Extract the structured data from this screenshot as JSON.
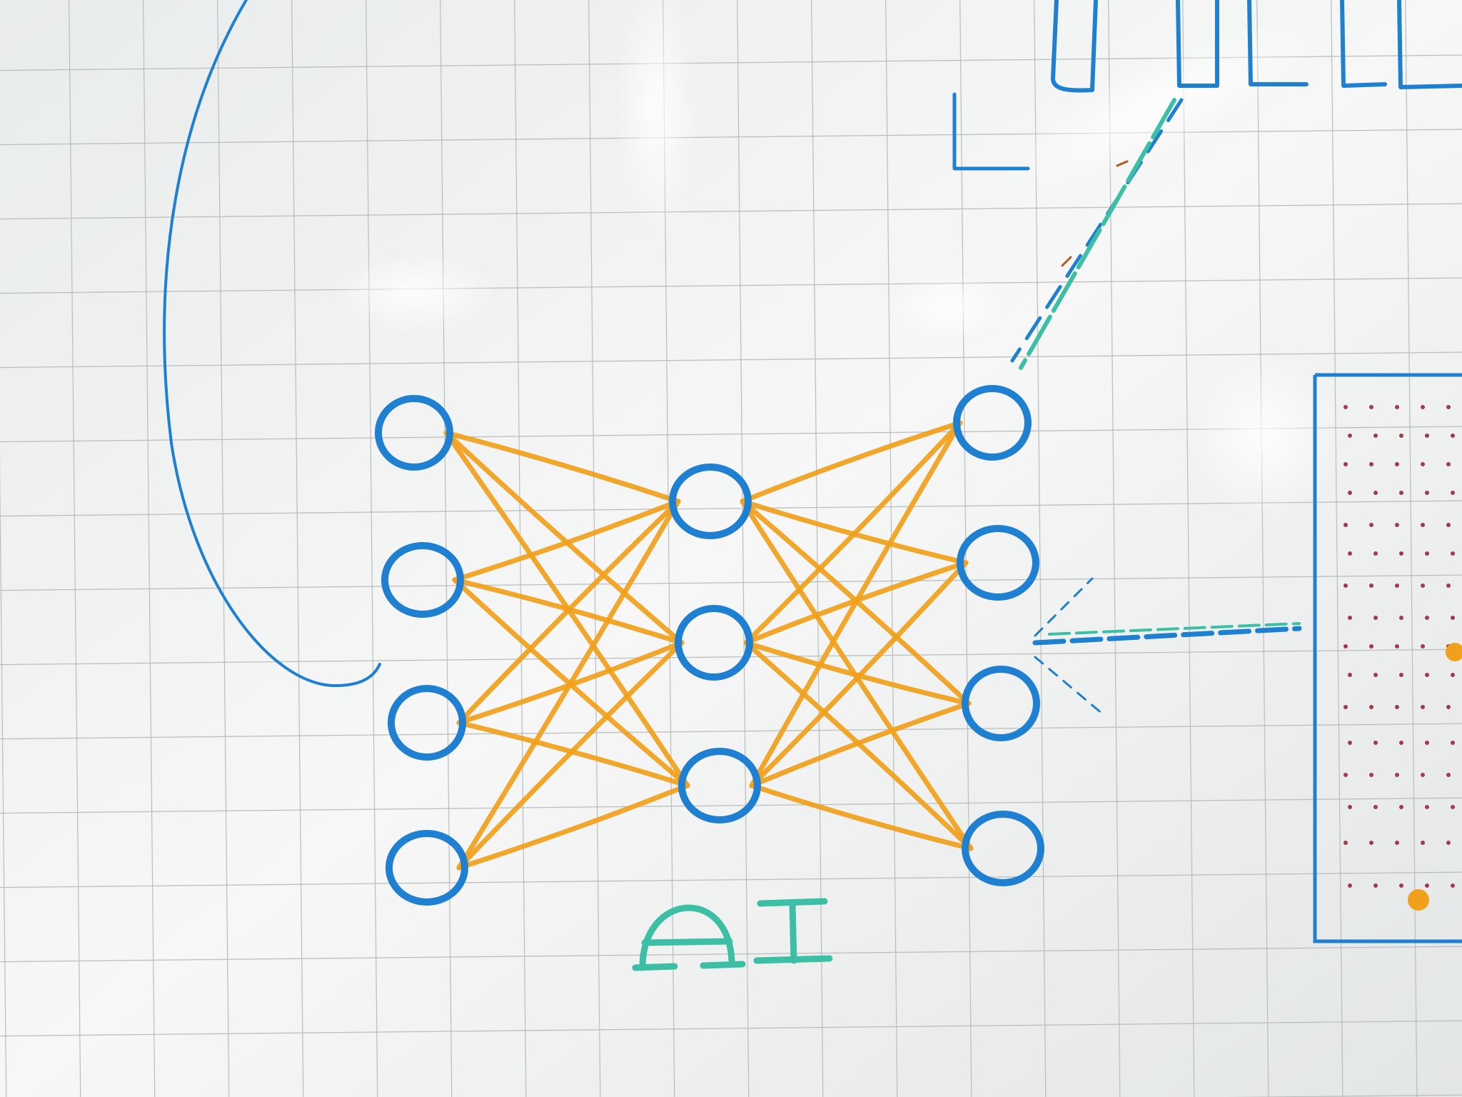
{
  "scene": {
    "kind": "whiteboard-photo",
    "board_color": "#f4f5f4",
    "grid_color": "#b9bcbc",
    "ink": {
      "blue": "#1f7fd0",
      "orange": "#f0a01a",
      "teal": "#3dbfa6",
      "maroon": "#a33a4a"
    }
  },
  "network": {
    "layers": [
      4,
      3,
      4
    ],
    "node_color_name": "blue",
    "edge_color_name": "orange"
  },
  "label": {
    "text": "AI"
  }
}
